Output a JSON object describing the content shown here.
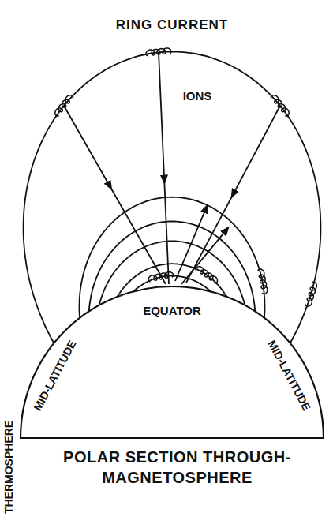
{
  "diagram": {
    "title": "RING CURRENT",
    "caption": "POLAR SECTION THROUGH-MAGNETOSPHERE",
    "labels": [
      "IONS",
      "EQUATOR",
      "MID-LATITUDE",
      "MID-LATITUDE",
      "THERMOSPHERE"
    ]
  }
}
